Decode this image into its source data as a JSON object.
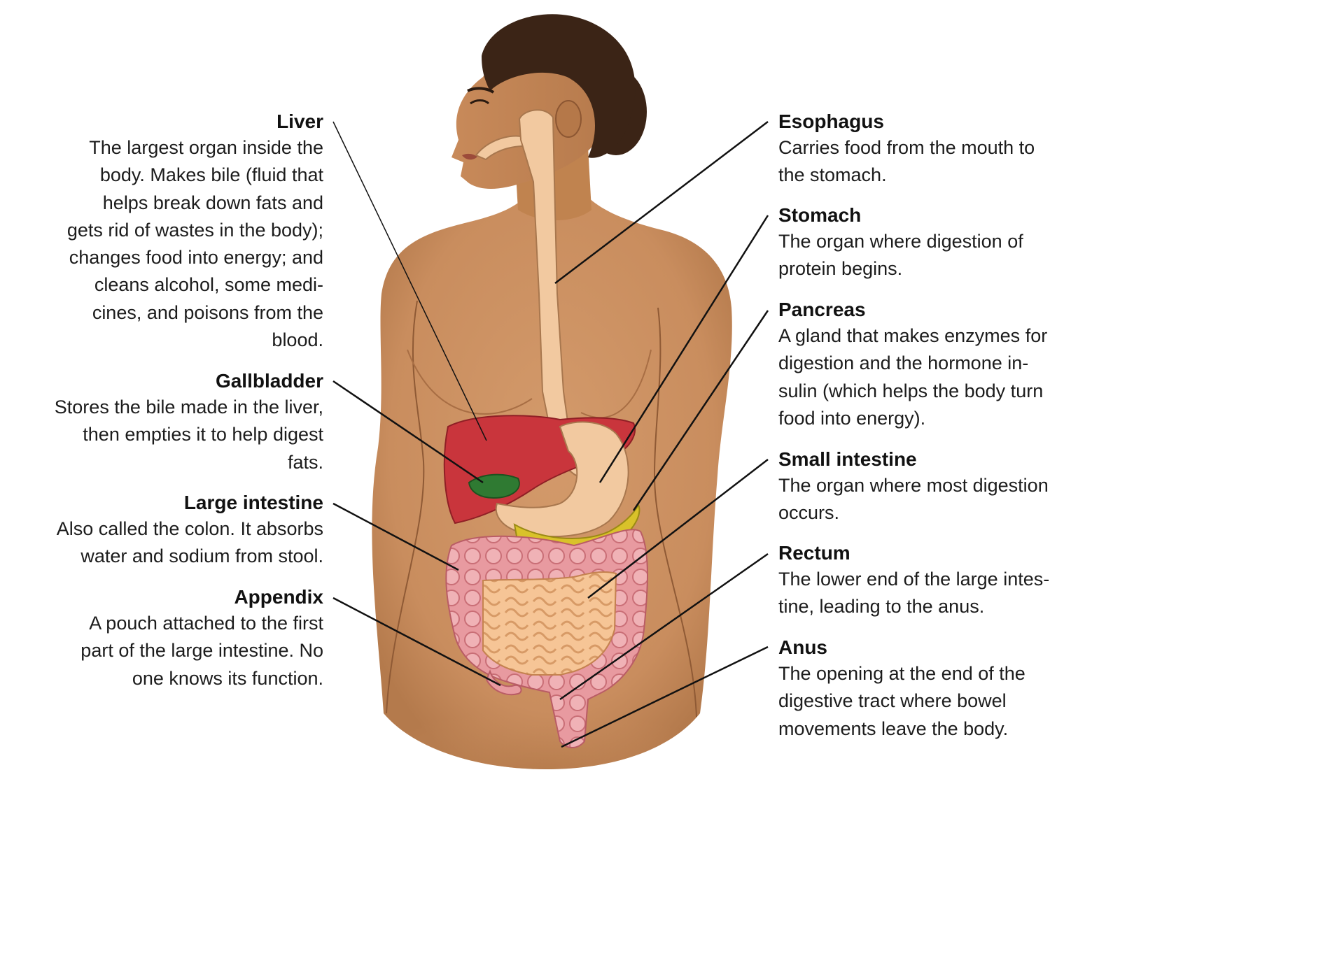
{
  "colors": {
    "skin": "#c98d5e",
    "skin_shadow": "#b07447",
    "hair": "#3b2416",
    "liver": "#c9353c",
    "gallbladder": "#2f7a32",
    "stomach": "#f2c9a0",
    "pancreas": "#d9c22a",
    "small_intestine": "#f6c596",
    "large_intestine": "#e89aa0",
    "leader_lines": "#111111"
  },
  "labels": {
    "liver": {
      "name": "Liver",
      "lines": [
        "The largest organ inside the",
        "body. Makes bile (fluid that",
        "helps break down fats and",
        "gets rid of wastes in the body);",
        "changes food into energy; and",
        "cleans alcohol, some medi-",
        "cines, and poisons from the",
        "blood."
      ]
    },
    "gallbladder": {
      "name": "Gallbladder",
      "lines": [
        "Stores the bile made in the liver,",
        "then empties it to help digest",
        "fats."
      ]
    },
    "large_intestine": {
      "name": "Large intestine",
      "lines": [
        "Also called the colon. It absorbs",
        "water and sodium from stool."
      ]
    },
    "appendix": {
      "name": "Appendix",
      "lines": [
        "A pouch attached to the first",
        "part of the large intestine. No",
        "one knows its function."
      ]
    },
    "esophagus": {
      "name": "Esophagus",
      "lines": [
        "Carries food from the mouth to",
        "the stomach."
      ]
    },
    "stomach": {
      "name": "Stomach",
      "lines": [
        "The organ where digestion of",
        "protein begins."
      ]
    },
    "pancreas": {
      "name": "Pancreas",
      "lines": [
        "A gland that makes enzymes for",
        "digestion and the hormone in-",
        "sulin (which helps the body turn",
        "food into energy)."
      ]
    },
    "small_intestine": {
      "name": "Small intestine",
      "lines": [
        "The organ where most digestion",
        "occurs."
      ]
    },
    "rectum": {
      "name": "Rectum",
      "lines": [
        "The lower end of the large intes-",
        "tine, leading to the anus."
      ]
    },
    "anus": {
      "name": "Anus",
      "lines": [
        "The opening at the end of the",
        "digestive tract where bowel",
        "movements leave the body."
      ]
    }
  }
}
